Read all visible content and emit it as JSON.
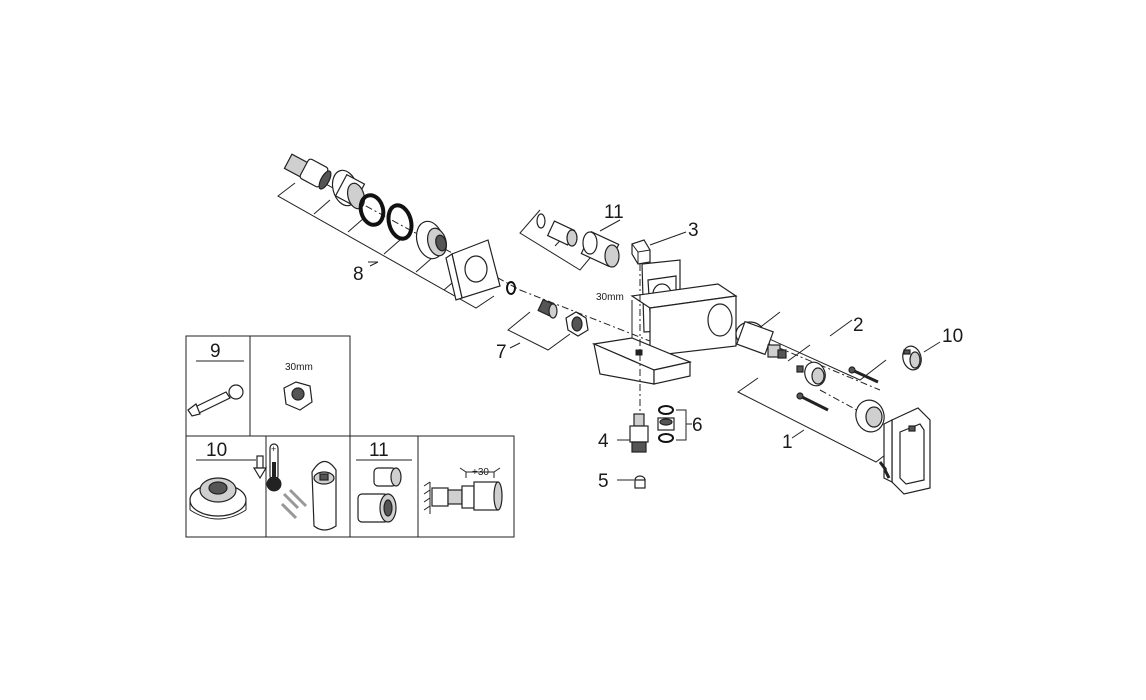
{
  "callouts": {
    "c1": "1",
    "c2": "2",
    "c3": "3",
    "c4": "4",
    "c5": "5",
    "c6": "6",
    "c7": "7",
    "c8": "8",
    "c10": "10",
    "c11": "11"
  },
  "wrench_size": "30mm",
  "legend": {
    "cell_9": "9",
    "cell_9_size": "30mm",
    "cell_10": "10",
    "cell_11": "11",
    "extension": "+30"
  }
}
